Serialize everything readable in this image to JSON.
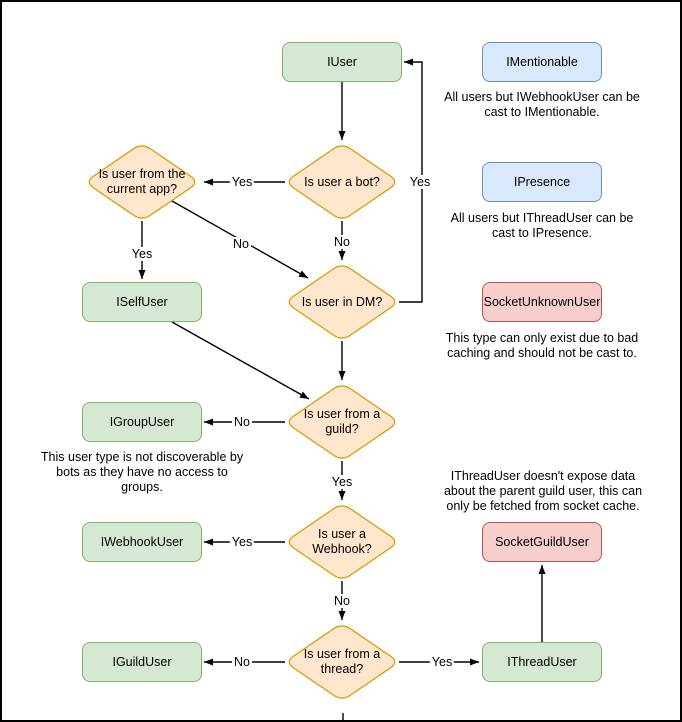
{
  "nodes": {
    "iuser": {
      "label": "IUser",
      "color": "green"
    },
    "imentionable": {
      "label": "IMentionable",
      "color": "blue"
    },
    "ipresence": {
      "label": "IPresence",
      "color": "blue"
    },
    "iselfuser": {
      "label": "ISelfUser",
      "color": "green"
    },
    "socketunknownuser": {
      "label": "SocketUnknownUser",
      "color": "red"
    },
    "igroupuser": {
      "label": "IGroupUser",
      "color": "green"
    },
    "iwebhookuser": {
      "label": "IWebhookUser",
      "color": "green"
    },
    "socketguilduser": {
      "label": "SocketGuildUser",
      "color": "red"
    },
    "iguilduser": {
      "label": "IGuildUser",
      "color": "green"
    },
    "ithreaduser": {
      "label": "IThreadUser",
      "color": "green"
    }
  },
  "decisions": {
    "is_bot": {
      "label": "Is user a bot?"
    },
    "from_current_app": {
      "label": "Is user from the current app?"
    },
    "in_dm": {
      "label": "Is user in DM?"
    },
    "from_guild": {
      "label": "Is user from a guild?"
    },
    "is_webhook": {
      "label": "Is user a Webhook?"
    },
    "from_thread": {
      "label": "Is user from a thread?"
    }
  },
  "edge_labels": {
    "bot_to_app": "Yes",
    "bot_to_dm": "No",
    "app_to_self": "Yes",
    "app_to_dm": "No",
    "dm_to_iuser": "Yes",
    "guild_to_group": "No",
    "guild_to_webhook": "Yes",
    "webhook_to_iwebhook": "Yes",
    "webhook_to_thread": "No",
    "thread_to_iguild": "No",
    "thread_to_ithread": "Yes"
  },
  "notes": {
    "imentionable": {
      "lines": [
        "All users but IWebhookUser can be",
        "cast to IMentionable."
      ]
    },
    "ipresence": {
      "lines": [
        "All users but IThreadUser can be",
        "cast to IPresence."
      ]
    },
    "socketunknownuser": {
      "lines": [
        "This type can only exist due to bad",
        "caching and should not be cast to."
      ]
    },
    "igroupuser": {
      "lines": [
        "This user type is not discoverable by",
        "bots as they have no access to",
        "groups."
      ]
    },
    "ithreaduser": {
      "lines": [
        "IThreadUser doesn't expose data",
        "about the parent guild user, this can",
        "only be fetched from socket cache."
      ]
    }
  },
  "colors": {
    "green_fill": "#d5e8d4",
    "green_stroke": "#82b366",
    "blue_fill": "#dae8fc",
    "blue_stroke": "#6c8ebf",
    "red_fill": "#f8cecc",
    "red_stroke": "#b85450",
    "diamond_fill": "#ffe6cc",
    "diamond_stroke": "#d79b00",
    "line": "#000000",
    "text": "#000000",
    "background": "#ffffff"
  }
}
